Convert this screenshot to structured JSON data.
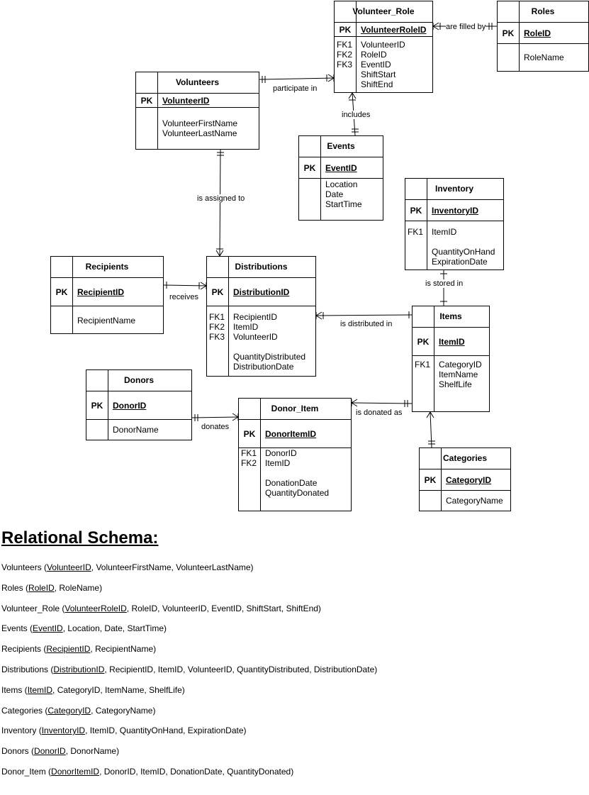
{
  "entities": {
    "volunteer_role": {
      "title": "Volunteer_Role",
      "pk_label": "PK",
      "pk": "VolunteerRoleID",
      "fk_labels": [
        "FK1",
        "FK2",
        "FK3"
      ],
      "attrs": [
        "VolunteerID",
        "RoleID",
        "EventID",
        "ShiftStart",
        "ShiftEnd"
      ]
    },
    "roles": {
      "title": "Roles",
      "pk_label": "PK",
      "pk": "RoleID",
      "attrs": [
        "RoleName"
      ]
    },
    "volunteers": {
      "title": "Volunteers",
      "pk_label": "PK",
      "pk": "VolunteerID",
      "attrs": [
        "VolunteerFirstName",
        "VolunteerLastName"
      ]
    },
    "events": {
      "title": "Events",
      "pk_label": "PK",
      "pk": "EventID",
      "attrs": [
        "Location",
        "Date",
        "StartTime"
      ]
    },
    "inventory": {
      "title": "Inventory",
      "pk_label": "PK",
      "pk": "InventoryID",
      "fk_labels": [
        "FK1"
      ],
      "attrs": [
        "ItemID",
        "",
        "QuantityOnHand",
        "ExpirationDate"
      ]
    },
    "recipients": {
      "title": "Recipients",
      "pk_label": "PK",
      "pk": "RecipientID",
      "attrs": [
        "RecipientName"
      ]
    },
    "distributions": {
      "title": "Distributions",
      "pk_label": "PK",
      "pk": "DistributionID",
      "fk_labels": [
        "FK1",
        "FK2",
        "FK3"
      ],
      "attrs": [
        "RecipientID",
        "ItemID",
        "VolunteerID",
        "",
        "QuantityDistributed",
        "DistributionDate"
      ]
    },
    "items": {
      "title": "Items",
      "pk_label": "PK",
      "pk": "ItemID",
      "fk_labels": [
        "FK1"
      ],
      "attrs": [
        "CategoryID",
        "ItemName",
        "ShelfLife"
      ]
    },
    "donors": {
      "title": "Donors",
      "pk_label": "PK",
      "pk": "DonorID",
      "attrs": [
        "DonorName"
      ]
    },
    "donor_item": {
      "title": "Donor_Item",
      "pk_label": "PK",
      "pk": "DonorItemID",
      "fk_labels": [
        "FK1",
        "FK2"
      ],
      "attrs": [
        "DonorID",
        "ItemID",
        "",
        "DonationDate",
        "QuantityDonated"
      ]
    },
    "categories": {
      "title": "Categories",
      "pk_label": "PK",
      "pk": "CategoryID",
      "attrs": [
        "CategoryName"
      ]
    }
  },
  "relationships": {
    "are_filled_by": "are filled by",
    "participate_in": "participate in",
    "includes": "includes",
    "is_assigned_to": "is assigned to",
    "receives": "receives",
    "is_distributed_in": "is distributed in",
    "is_stored_in": "is stored in",
    "is_donated_as": "is donated as",
    "donates": "donates"
  },
  "schema": {
    "heading": "Relational Schema:",
    "rows": [
      {
        "table": "Volunteers",
        "pk": "VolunteerID",
        "rest": ", VolunteerFirstName, VolunteerLastName)"
      },
      {
        "table": "Roles",
        "pk": "RoleID",
        "rest": ", RoleName)"
      },
      {
        "table": "Volunteer_Role",
        "pk": "VolunteerRoleID",
        "rest": ", RoleID, VolunteerID, EventID, ShiftStart, ShiftEnd)"
      },
      {
        "table": "Events",
        "pk": "EventID",
        "rest": ", Location, Date, StartTime)"
      },
      {
        "table": "Recipients",
        "pk": "RecipientID",
        "rest": ", RecipientName)"
      },
      {
        "table": "Distributions",
        "pk": "DistributionID",
        "rest": ", RecipientID, ItemID, VolunteerID, QuantityDistributed, DistributionDate)"
      },
      {
        "table": "Items",
        "pk": "ItemID",
        "rest": ", CategoryID, ItemName, ShelfLife)"
      },
      {
        "table": "Categories",
        "pk": "CategoryID",
        "rest": ", CategoryName)"
      },
      {
        "table": "Inventory",
        "pk": "InventoryID",
        "rest": ", ItemID, QuantityOnHand, ExpirationDate)"
      },
      {
        "table": "Donors",
        "pk": "DonorID",
        "rest": ", DonorName)"
      },
      {
        "table": "Donor_Item",
        "pk": "DonorItemID",
        "rest": ", DonorID, ItemID, DonationDate, QuantityDonated)"
      }
    ]
  }
}
